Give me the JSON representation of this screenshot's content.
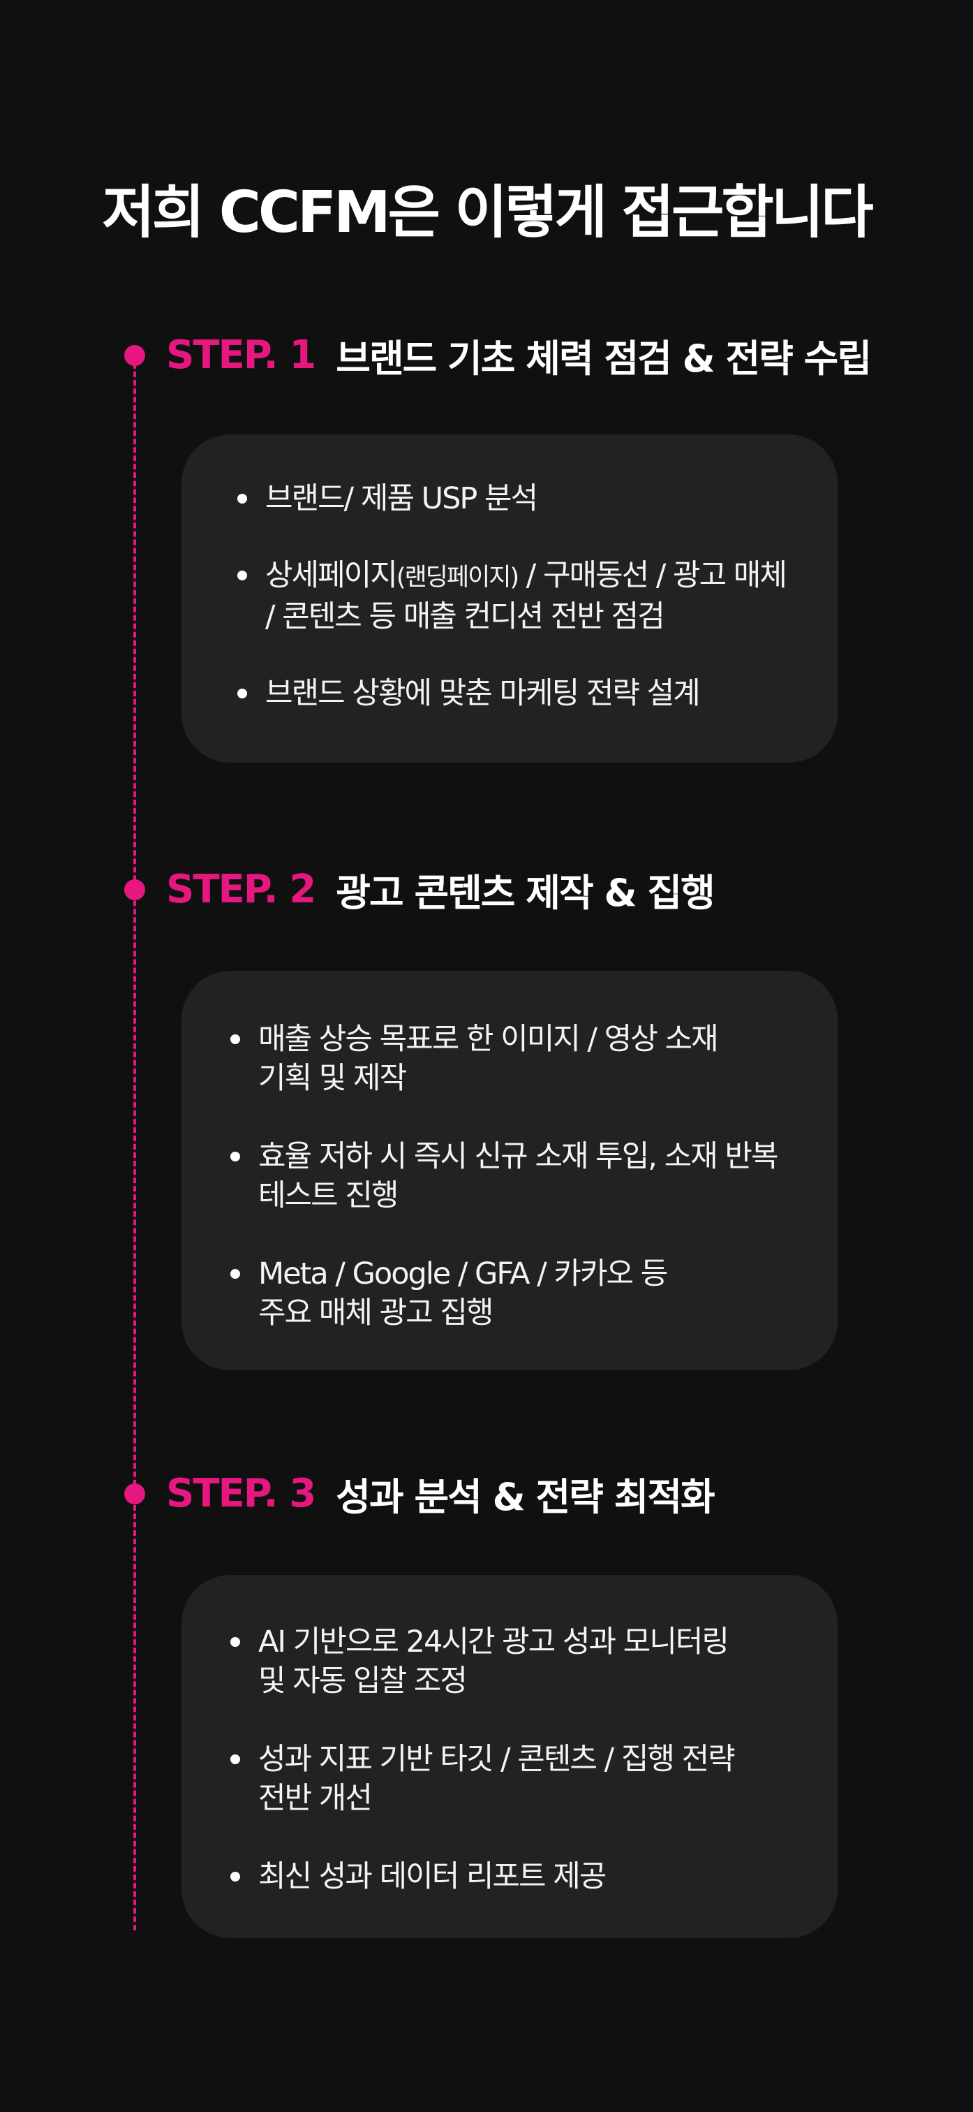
{
  "page": {
    "title": "저희 CCFM은 이렇게 접근합니다"
  },
  "colors": {
    "background": "#101010",
    "card": "#222222",
    "accent": "#e6177f",
    "text": "#ffffff"
  },
  "steps": [
    {
      "label": "STEP. 1",
      "title": "브랜드 기초 체력 점검 & 전략 수립",
      "items": [
        {
          "lines": [
            "브랜드/ 제품 USP 분석"
          ]
        },
        {
          "lines": [
            "상세페이지",
            "(랜딩페이지)",
            " / 구매동선 / 광고 매체",
            "/ 콘텐츠 등 매출 컨디션 전반 점검"
          ]
        },
        {
          "lines": [
            "브랜드 상황에 맞춘 마케팅 전략 설계"
          ]
        }
      ]
    },
    {
      "label": "STEP. 2",
      "title": "광고 콘텐츠 제작 & 집행",
      "items": [
        {
          "lines": [
            "매출 상승 목표로 한 이미지 / 영상 소재",
            "기획 및 제작"
          ]
        },
        {
          "lines": [
            "효율 저하 시 즉시 신규 소재 투입, 소재 반복",
            "테스트 진행"
          ]
        },
        {
          "lines": [
            "Meta / Google / GFA / 카카오 등",
            "주요 매체 광고 집행"
          ]
        }
      ]
    },
    {
      "label": "STEP. 3",
      "title": "성과 분석 & 전략 최적화",
      "items": [
        {
          "lines": [
            "AI 기반으로 24시간 광고 성과 모니터링",
            "및 자동 입찰 조정"
          ]
        },
        {
          "lines": [
            "성과 지표 기반 타깃 / 콘텐츠 / 집행 전략",
            "전반 개선"
          ]
        },
        {
          "lines": [
            "최신 성과 데이터 리포트 제공"
          ]
        }
      ]
    }
  ]
}
